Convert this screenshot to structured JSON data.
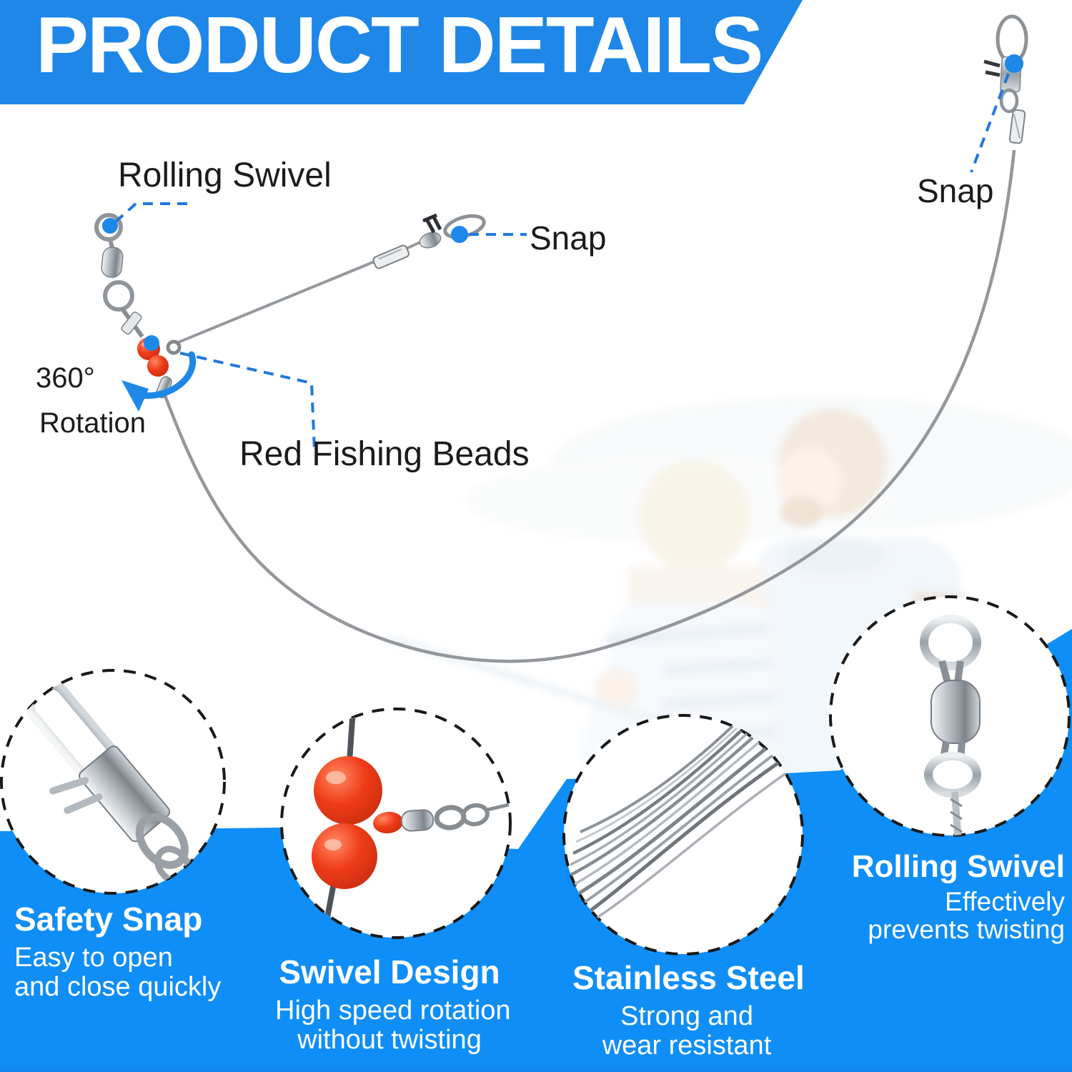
{
  "banner": {
    "title": "PRODUCT DETAILS"
  },
  "diagram": {
    "labels": {
      "rolling_swivel": "Rolling Swivel",
      "snap_middle": "Snap",
      "snap_top_right": "Snap",
      "rotation_degrees": "360°",
      "rotation_word": "Rotation",
      "red_beads": "Red Fishing Beads"
    },
    "icons": [
      "rolling-swivel-icon",
      "safety-snap-icon",
      "red-beads-icon",
      "rotation-arrow-icon",
      "wire-leader-icon",
      "callout-dot-icon"
    ]
  },
  "features": [
    {
      "title": "Safety Snap",
      "lines": [
        "Easy to open",
        "and close quickly"
      ]
    },
    {
      "title": "Swivel Design",
      "lines": [
        "High speed rotation",
        "without twisting"
      ]
    },
    {
      "title": "Stainless Steel",
      "lines": [
        "Strong and",
        "wear resistant"
      ]
    },
    {
      "title": "Rolling Swivel",
      "lines": [
        "Effectively",
        "prevents twisting"
      ]
    }
  ],
  "colors": {
    "banner_blue": "#1e87e8",
    "panel_blue": "#0f8ef7",
    "accent_blue": "#1e88e8",
    "leader_blue": "#2079dd",
    "bead_red": "#e8391c",
    "label_black": "#1b1b1b",
    "metal_gray": "#94989c"
  }
}
